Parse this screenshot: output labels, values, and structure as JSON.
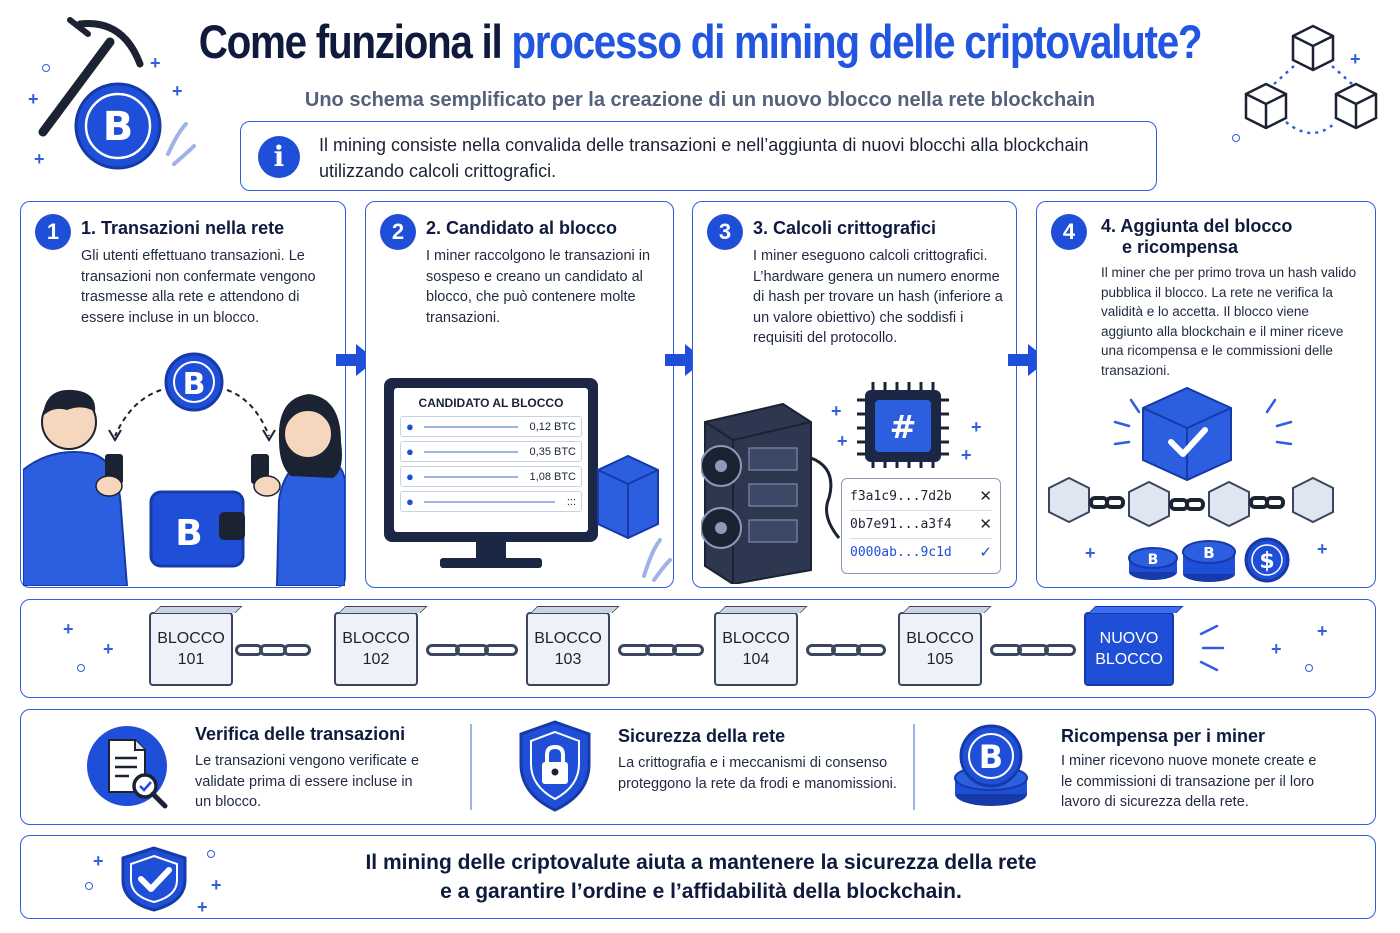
{
  "title": {
    "part1": "Come funziona il ",
    "highlight": "processo di mining delle criptovalute?"
  },
  "subtitle": "Uno schema semplificato per la creazione di un nuovo blocco nella rete blockchain",
  "info": {
    "icon": "i",
    "text": "Il mining consiste nella convalida delle transazioni e nell’aggiunta di nuovi blocchi alla blockchain utilizzando calcoli crittografici."
  },
  "steps": [
    {
      "num": "1",
      "title": "1. Transazioni nella rete",
      "text": "Gli utenti effettuano transazioni. Le transazioni non confermate vengono trasmesse alla rete e attendono di essere incluse in un blocco."
    },
    {
      "num": "2",
      "title": "2. Candidato al blocco",
      "text": "I miner raccolgono le transazioni in sospeso e creano un candidato al blocco, che può contenere molte transazioni."
    },
    {
      "num": "3",
      "title": "3. Calcoli crittografici",
      "text": "I miner eseguono calcoli crittografici. L’hardware genera un numero enorme di hash per trovare un hash (inferiore a un valore obiettivo) che soddisfi i requisiti del protocollo."
    },
    {
      "num": "4",
      "title_line1": "4. Aggiunta del blocco",
      "title_line2": "e ricompensa",
      "text": "Il miner che per primo trova un hash valido pubblica il blocco. La rete ne verifica la validità e lo accetta. Il blocco viene aggiunto alla blockchain e il miner riceve una ricompensa e le commissioni delle transazioni."
    }
  ],
  "candidate": {
    "header": "CANDIDATO AL BLOCCO",
    "rows": [
      {
        "amount": "0,12 BTC"
      },
      {
        "amount": "0,35 BTC"
      },
      {
        "amount": "1,08 BTC"
      },
      {
        "amount": ":::"
      }
    ]
  },
  "hashes": [
    {
      "value": "f3a1c9...7d2b",
      "status": "✕"
    },
    {
      "value": "0b7e91...a3f4",
      "status": "✕"
    },
    {
      "value": "0000ab...9c1d",
      "status": "✓"
    }
  ],
  "chain": {
    "blocks": [
      {
        "line1": "BLOCCO",
        "line2": "101"
      },
      {
        "line1": "BLOCCO",
        "line2": "102"
      },
      {
        "line1": "BLOCCO",
        "line2": "103"
      },
      {
        "line1": "BLOCCO",
        "line2": "104"
      },
      {
        "line1": "BLOCCO",
        "line2": "105"
      }
    ],
    "new_block": {
      "line1": "NUOVO",
      "line2": "BLOCCO"
    }
  },
  "features": [
    {
      "title": "Verifica delle transazioni",
      "text": "Le transazioni vengono verificate e validate prima di essere incluse in un blocco."
    },
    {
      "title": "Sicurezza della rete",
      "text": "La crittografia e i meccanismi di consenso proteggono la rete da frodi e manomissioni."
    },
    {
      "title": "Ricompensa per i miner",
      "text": "I miner ricevono nuove monete create e le commissioni di transazione per il loro lavoro di sicurezza della rete."
    }
  ],
  "footer": {
    "line1": "Il mining delle criptovalute aiuta a mantenere la sicurezza della rete",
    "line2": "e a garantire l’ordine e l’affidabilità della blockchain."
  },
  "symbols": {
    "bitcoin": "B",
    "dollar": "$",
    "hash": "#",
    "check": "✓"
  },
  "colors": {
    "accent": "#1f4fd8",
    "dark": "#0f1a3c",
    "border": "#2f5fe0"
  }
}
